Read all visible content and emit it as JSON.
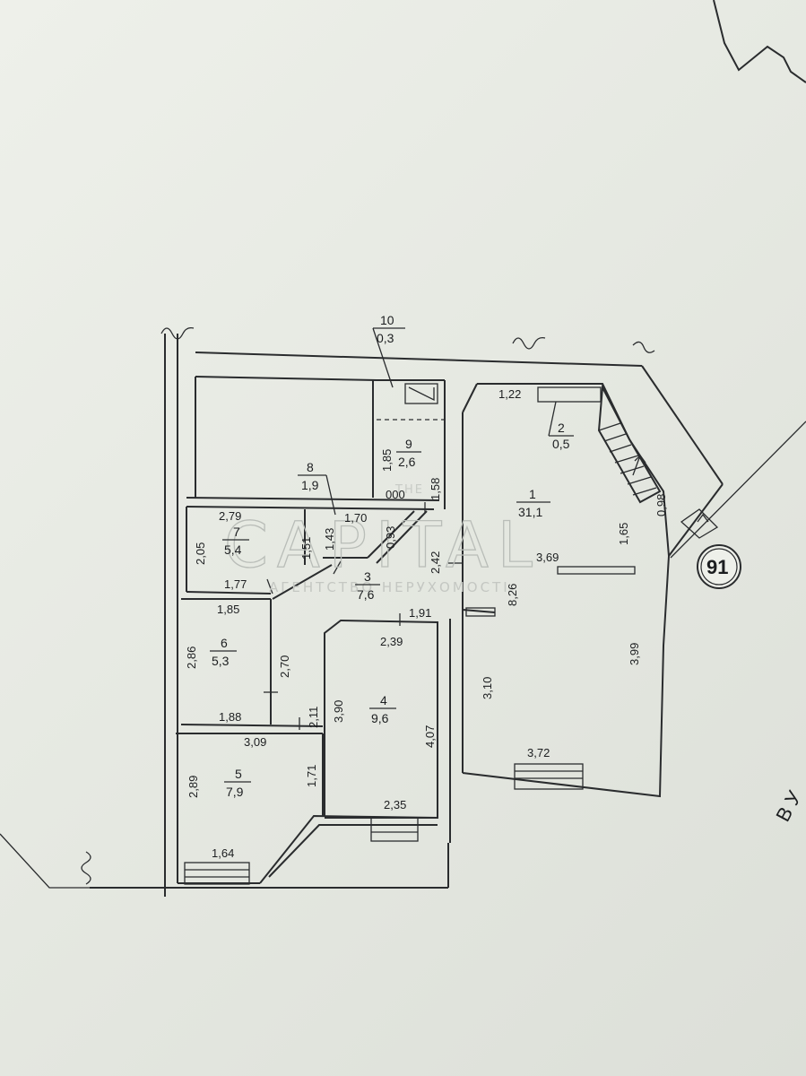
{
  "watermark": {
    "top": "ТНЕ",
    "brand": "CAPITAL",
    "subtitle": "АГЕНТСТВО НЕРУХОМОСТІ"
  },
  "building_ref": "91",
  "street_fragment": "В У",
  "rooms": [
    {
      "id": "1",
      "area": "31,1"
    },
    {
      "id": "2",
      "area": "0,5"
    },
    {
      "id": "3",
      "area": "7,6"
    },
    {
      "id": "4",
      "area": "9,6"
    },
    {
      "id": "5",
      "area": "7,9"
    },
    {
      "id": "6",
      "area": "5,3"
    },
    {
      "id": "7",
      "area": "5,4"
    },
    {
      "id": "8",
      "area": "1,9"
    },
    {
      "id": "9",
      "area": "2,6"
    },
    {
      "id": "10",
      "area": "0,3"
    }
  ],
  "dimensions": [
    "1,22",
    "0,98",
    "1,65",
    "3,69",
    "8,26",
    "3,99",
    "3,10",
    "3,72",
    "1,85",
    "1,58",
    "000",
    "2,42",
    "1,91",
    "2,39",
    "4,07",
    "3,90",
    "2,35",
    "2,79",
    "1,70",
    "2,05",
    "1,51",
    "1,43",
    "0,93",
    "1,77",
    "1,85",
    "2,86",
    "2,70",
    "1,88",
    "2,11",
    "3,09",
    "2,89",
    "1,71",
    "1,64"
  ],
  "colors": {
    "paper": "#e9ebe4",
    "ink": "#2a2c2e",
    "watermark": "#b9bdb8"
  }
}
